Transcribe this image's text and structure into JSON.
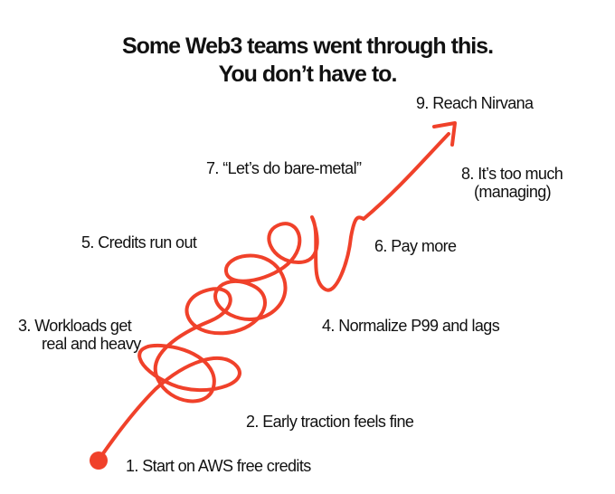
{
  "title": {
    "line1": "Some Web3 teams went through this.",
    "line2": "You don’t have to."
  },
  "steps": [
    "1. Start on AWS free credits",
    "2. Early traction feels fine",
    "3.  Workloads get",
    "real and heavy",
    "4. Normalize P99 and lags",
    "5. Credits run out",
    "6.  Pay more",
    "7. “Let’s do bare-metal”",
    "8. It’s too much",
    "(managing)",
    "9. Reach Nirvana"
  ],
  "colors": {
    "accent": "#f0412a",
    "text": "#111111"
  }
}
